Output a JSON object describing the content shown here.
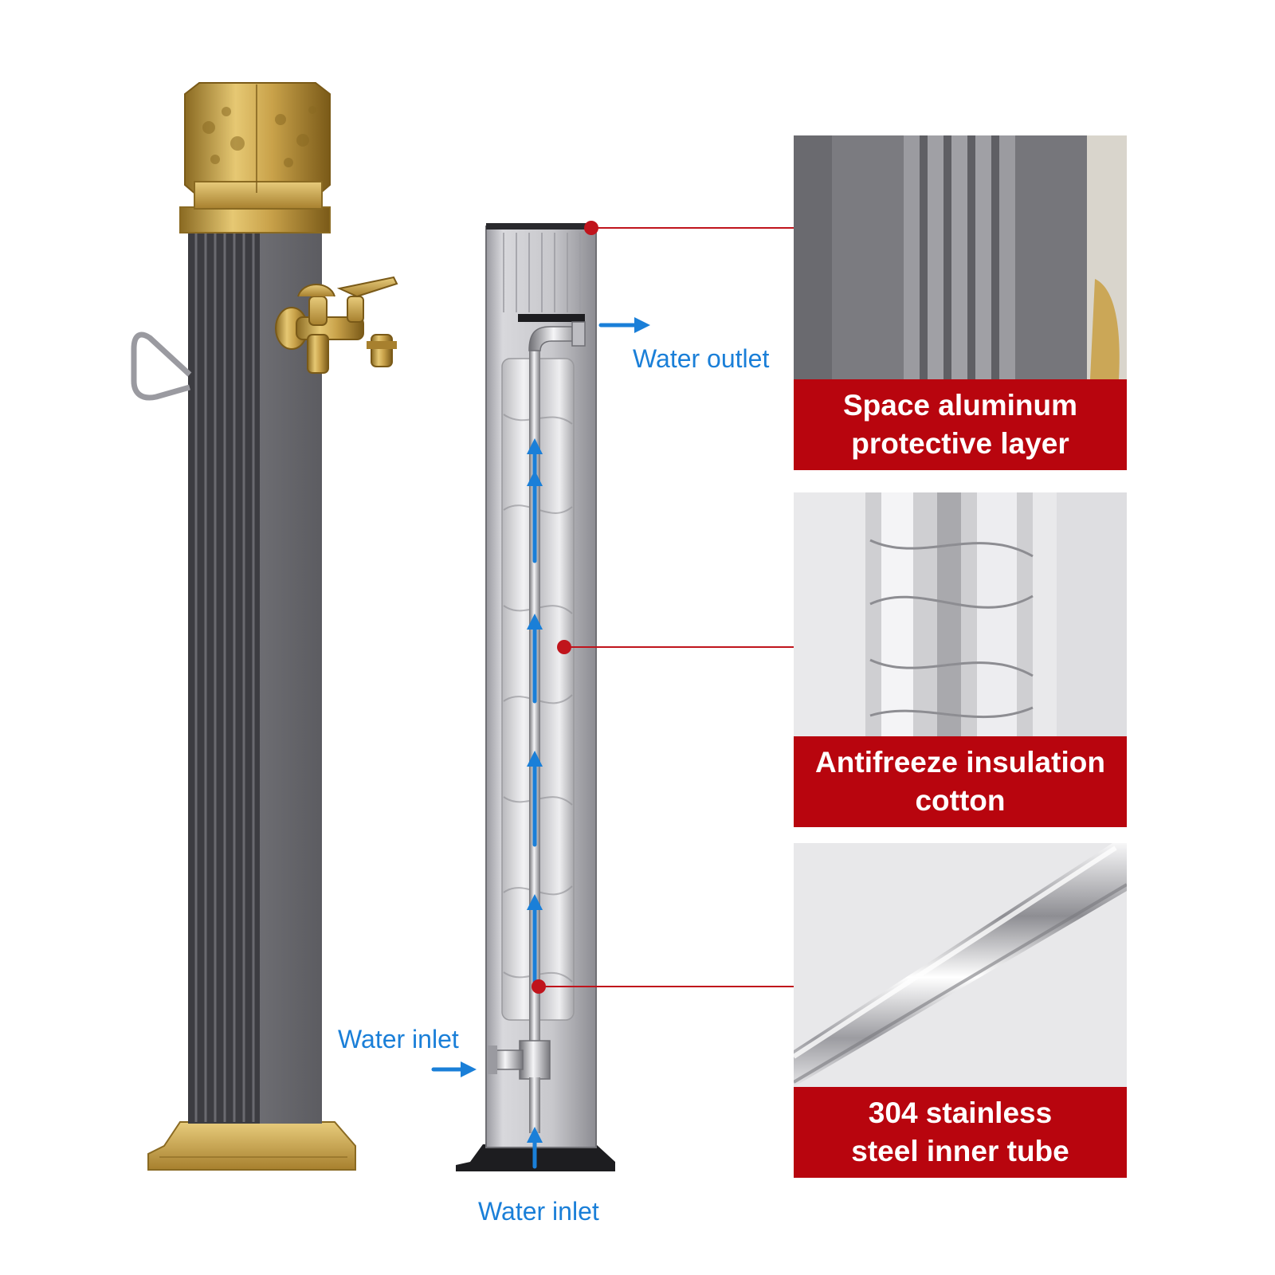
{
  "flow_labels": {
    "water_outlet": "Water outlet",
    "water_inlet_side": "Water inlet",
    "water_inlet_bottom": "Water inlet"
  },
  "callouts": [
    {
      "line1": "Space aluminum",
      "line2": "protective layer"
    },
    {
      "line1": "Antifreeze insulation",
      "line2": "cotton"
    },
    {
      "line1": "304 stainless",
      "line2": "steel inner tube"
    }
  ],
  "colors": {
    "flow_arrow": "#1a7fd8",
    "caption_background": "#b8050e",
    "caption_text": "#ffffff",
    "leader_line": "#c0141c",
    "post_body": "#6b6b70",
    "brass": "#c9a24a"
  }
}
